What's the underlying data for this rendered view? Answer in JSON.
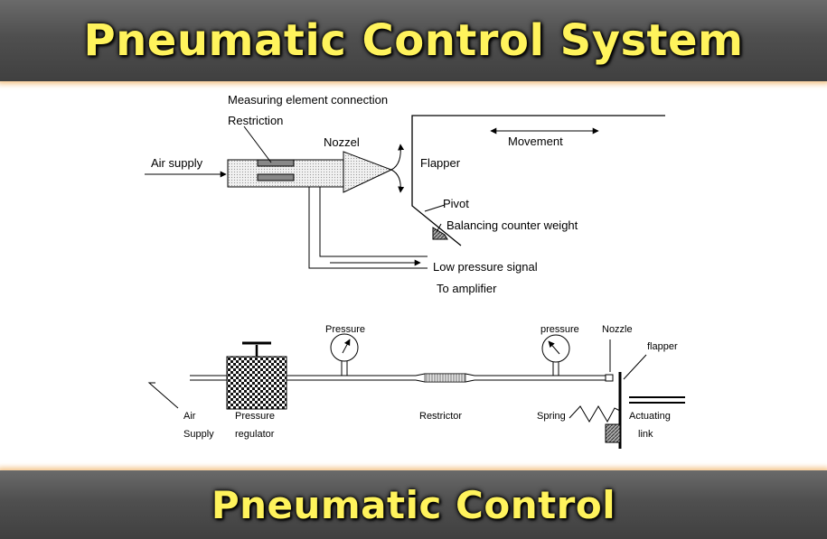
{
  "banner_top": {
    "title": "Pneumatic Control System"
  },
  "banner_bottom": {
    "title": "Pneumatic Control"
  },
  "diagram1": {
    "measuring_element": "Measuring element connection",
    "restriction": "Restriction",
    "nozzel": "Nozzel",
    "air_supply": "Air supply",
    "flapper": "Flapper",
    "movement": "Movement",
    "pivot": "Pivot",
    "counter_weight": "Balancing counter weight",
    "low_pressure": "Low pressure signal",
    "to_amplifier": "To amplifier"
  },
  "diagram2": {
    "pressure_left": "Pressure",
    "pressure_right": "pressure",
    "nozzle": "Nozzle",
    "flapper": "flapper",
    "air": "Air",
    "supply": "Supply",
    "pressure_regulator_1": "Pressure",
    "pressure_regulator_2": "regulator",
    "restrictor": "Restrictor",
    "spring": "Spring",
    "actuating_1": "Actuating",
    "actuating_2": "link"
  }
}
